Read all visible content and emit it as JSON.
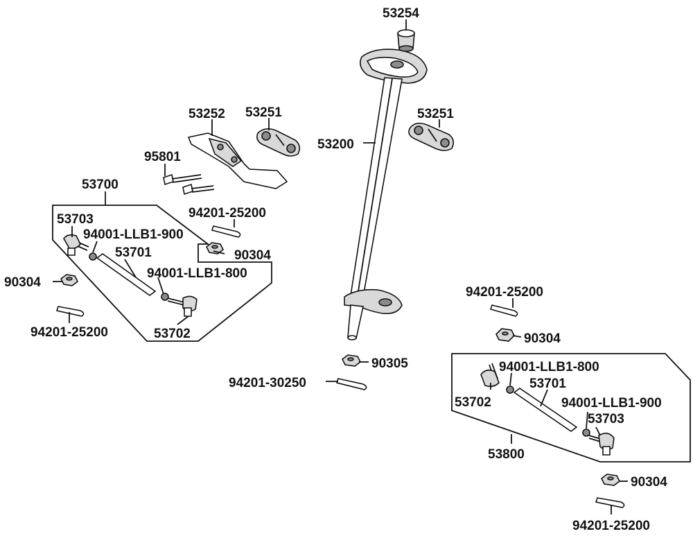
{
  "labels": {
    "l_53254": "53254",
    "l_53252": "53252",
    "l_53251_a": "53251",
    "l_53251_b": "53251",
    "l_53200": "53200",
    "l_95801": "95801",
    "l_53700": "53700",
    "l_94201_25200_a": "94201-25200",
    "l_53703_a": "53703",
    "l_94001_llb1_900_a": "94001-LLB1-900",
    "l_90304_a": "90304",
    "l_53701_a": "53701",
    "l_94001_llb1_800_a": "94001-LLB1-800",
    "l_90304_b": "90304",
    "l_94201_25200_b": "94201-25200",
    "l_53702_a": "53702",
    "l_94201_25200_c": "94201-25200",
    "l_90304_c": "90304",
    "l_90305": "90305",
    "l_94201_30250": "94201-30250",
    "l_94001_llb1_800_b": "94001-LLB1-800",
    "l_53701_b": "53701",
    "l_53702_b": "53702",
    "l_94001_llb1_900_b": "94001-LLB1-900",
    "l_53703_b": "53703",
    "l_53800": "53800",
    "l_90304_d": "90304",
    "l_94201_25200_d": "94201-25200"
  }
}
